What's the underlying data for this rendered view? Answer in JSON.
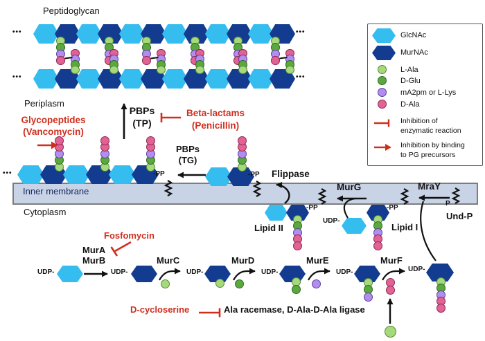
{
  "colors": {
    "glcnac": "#36bdf0",
    "murnac": "#133c90",
    "l_ala": "#a6d97c",
    "l_ala_border": "#568a33",
    "d_glu": "#5aa83e",
    "d_glu_border": "#2f6b22",
    "ma2pm": "#b28df0",
    "ma2pm_border": "#5d3f9e",
    "d_ala": "#e06394",
    "d_ala_border": "#8f2653",
    "red": "#cf2e1e",
    "black": "#111111",
    "membrane_fill": "#c9d3e6",
    "membrane_border": "#7d7d7d",
    "membrane_text": "#16275f"
  },
  "labels": {
    "peptidoglycan": "Peptidoglycan",
    "periplasm": "Periplasm",
    "inner_membrane": "Inner membrane",
    "cytoplasm": "Cytoplasm",
    "dots": "•••",
    "pp": "-PP",
    "p": "P",
    "udp": "UDP-",
    "und_p": "Und-P",
    "lipid_i": "Lipid I",
    "lipid_ii": "Lipid II",
    "flippase": "Flippase",
    "murg": "MurG",
    "mray": "MraY",
    "pbps": "PBPs",
    "tp": "(TP)",
    "tg": "(TG)",
    "mura": "MurA",
    "murb": "MurB",
    "murc": "MurC",
    "murd": "MurD",
    "mure": "MurE",
    "murf": "MurF",
    "ala_racemase": "Ala racemase, D-Ala-D-Ala ligase"
  },
  "antibiotics": {
    "glycopeptides_1": "Glycopeptides",
    "glycopeptides_2": "(Vancomycin)",
    "beta_lactams_1": "Beta-lactams",
    "beta_lactams_2": "(Penicillin)",
    "fosfomycin": "Fosfomycin",
    "d_cycloserine": "D-cycloserine"
  },
  "legend": {
    "items": [
      {
        "name": "GlcNAc",
        "shape": "hexagon",
        "color_key": "glcnac"
      },
      {
        "name": "MurNAc",
        "shape": "hexagon",
        "color_key": "murnac"
      },
      {
        "name": "L-Ala",
        "shape": "circle",
        "color_key": "l_ala"
      },
      {
        "name": "D-Glu",
        "shape": "circle",
        "color_key": "d_glu"
      },
      {
        "name": "mA2pm or L-Lys",
        "shape": "circle",
        "color_key": "ma2pm"
      },
      {
        "name": "D-Ala",
        "shape": "circle",
        "color_key": "d_ala"
      }
    ],
    "inhibitions": [
      {
        "line1": "Inhibition of",
        "line2": "enzymatic reaction",
        "style": "tbar"
      },
      {
        "line1": "Inhibition by binding",
        "line2": "to PG precursors",
        "style": "binding"
      }
    ]
  },
  "pentapeptide": [
    "L-Ala",
    "D-Glu",
    "mA2pm",
    "D-Ala",
    "D-Ala"
  ]
}
